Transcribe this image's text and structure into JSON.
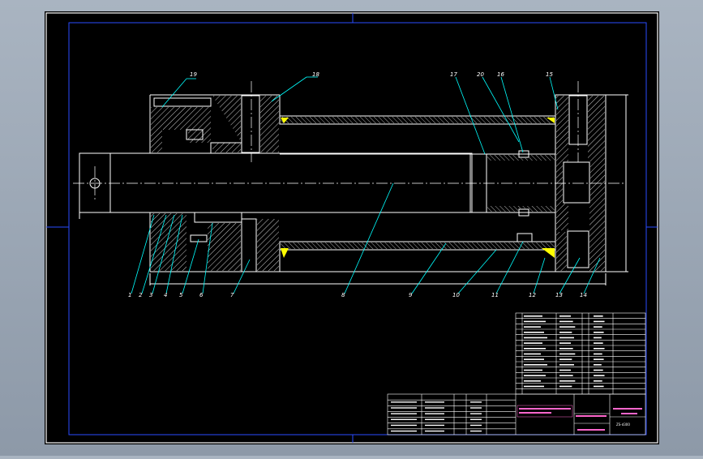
{
  "drawing": {
    "colors": {
      "background": "#000000",
      "frame": "#ffffff",
      "inner_frame": "#1a3cff",
      "outline": "#ffffff",
      "hatch": "#ffffff",
      "leader": "#00ffff",
      "centerline": "#ffffff",
      "seal": "#ffff00",
      "title_text": "#ff66cc"
    },
    "part_labels": [
      "1",
      "2",
      "3",
      "4",
      "5",
      "6",
      "7",
      "8",
      "9",
      "10",
      "11",
      "12",
      "13",
      "14"
    ],
    "top_labels": [
      "19",
      "18",
      "17",
      "20",
      "16",
      "15"
    ],
    "title_block": {
      "drawing_number": "ZS-d300"
    }
  }
}
